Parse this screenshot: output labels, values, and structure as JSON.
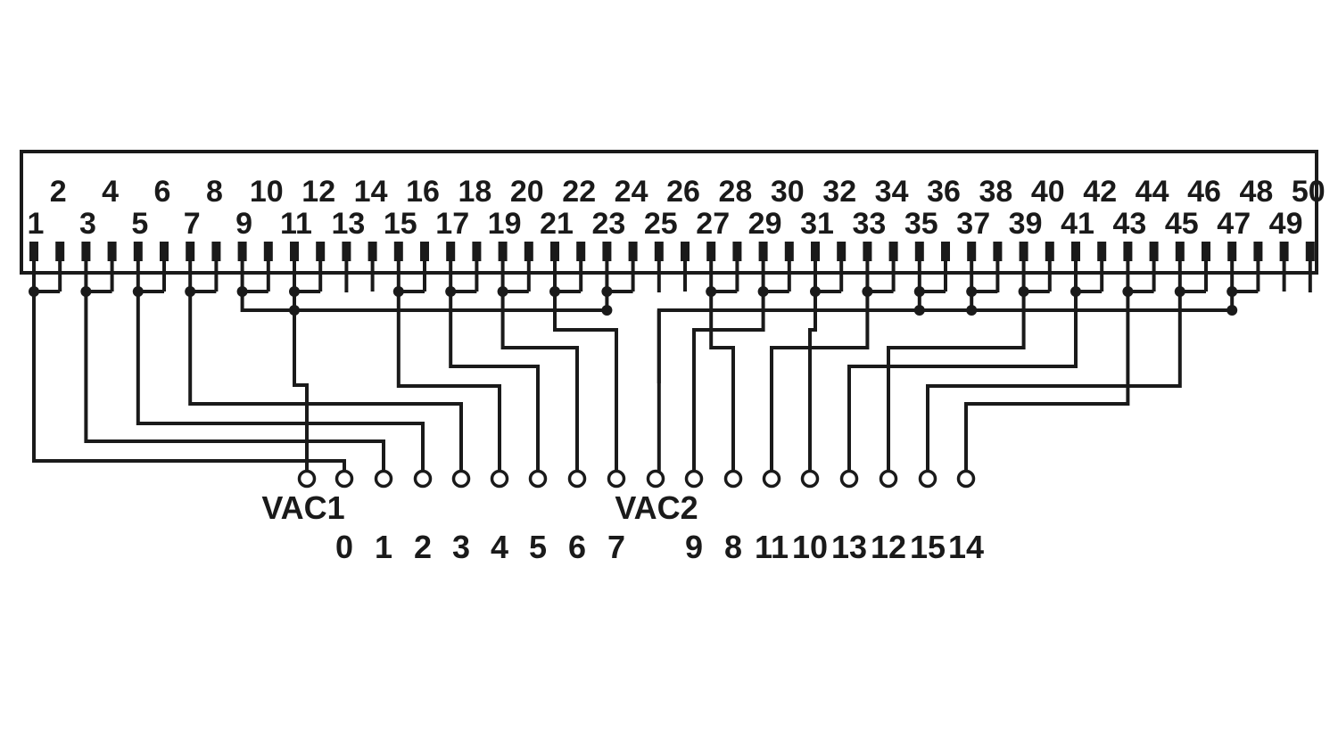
{
  "connector": {
    "pin_count": 50,
    "even_pin_labels": [
      "2",
      "4",
      "6",
      "8",
      "10",
      "12",
      "14",
      "16",
      "18",
      "20",
      "22",
      "24",
      "26",
      "28",
      "30",
      "32",
      "34",
      "36",
      "38",
      "40",
      "42",
      "44",
      "46",
      "48",
      "50"
    ],
    "odd_pin_labels": [
      "1",
      "3",
      "5",
      "7",
      "9",
      "11",
      "13",
      "15",
      "17",
      "19",
      "21",
      "23",
      "25",
      "27",
      "29",
      "31",
      "33",
      "35",
      "37",
      "39",
      "41",
      "43",
      "45",
      "47",
      "49"
    ]
  },
  "terminals": {
    "group_labels": [
      "VAC1",
      "VAC2"
    ],
    "channel_labels": [
      "0",
      "1",
      "2",
      "3",
      "4",
      "5",
      "6",
      "7",
      "9",
      "8",
      "11",
      "10",
      "13",
      "12",
      "15",
      "14"
    ]
  },
  "colors": {
    "line": "#1a1a1a",
    "background": "#ffffff"
  }
}
